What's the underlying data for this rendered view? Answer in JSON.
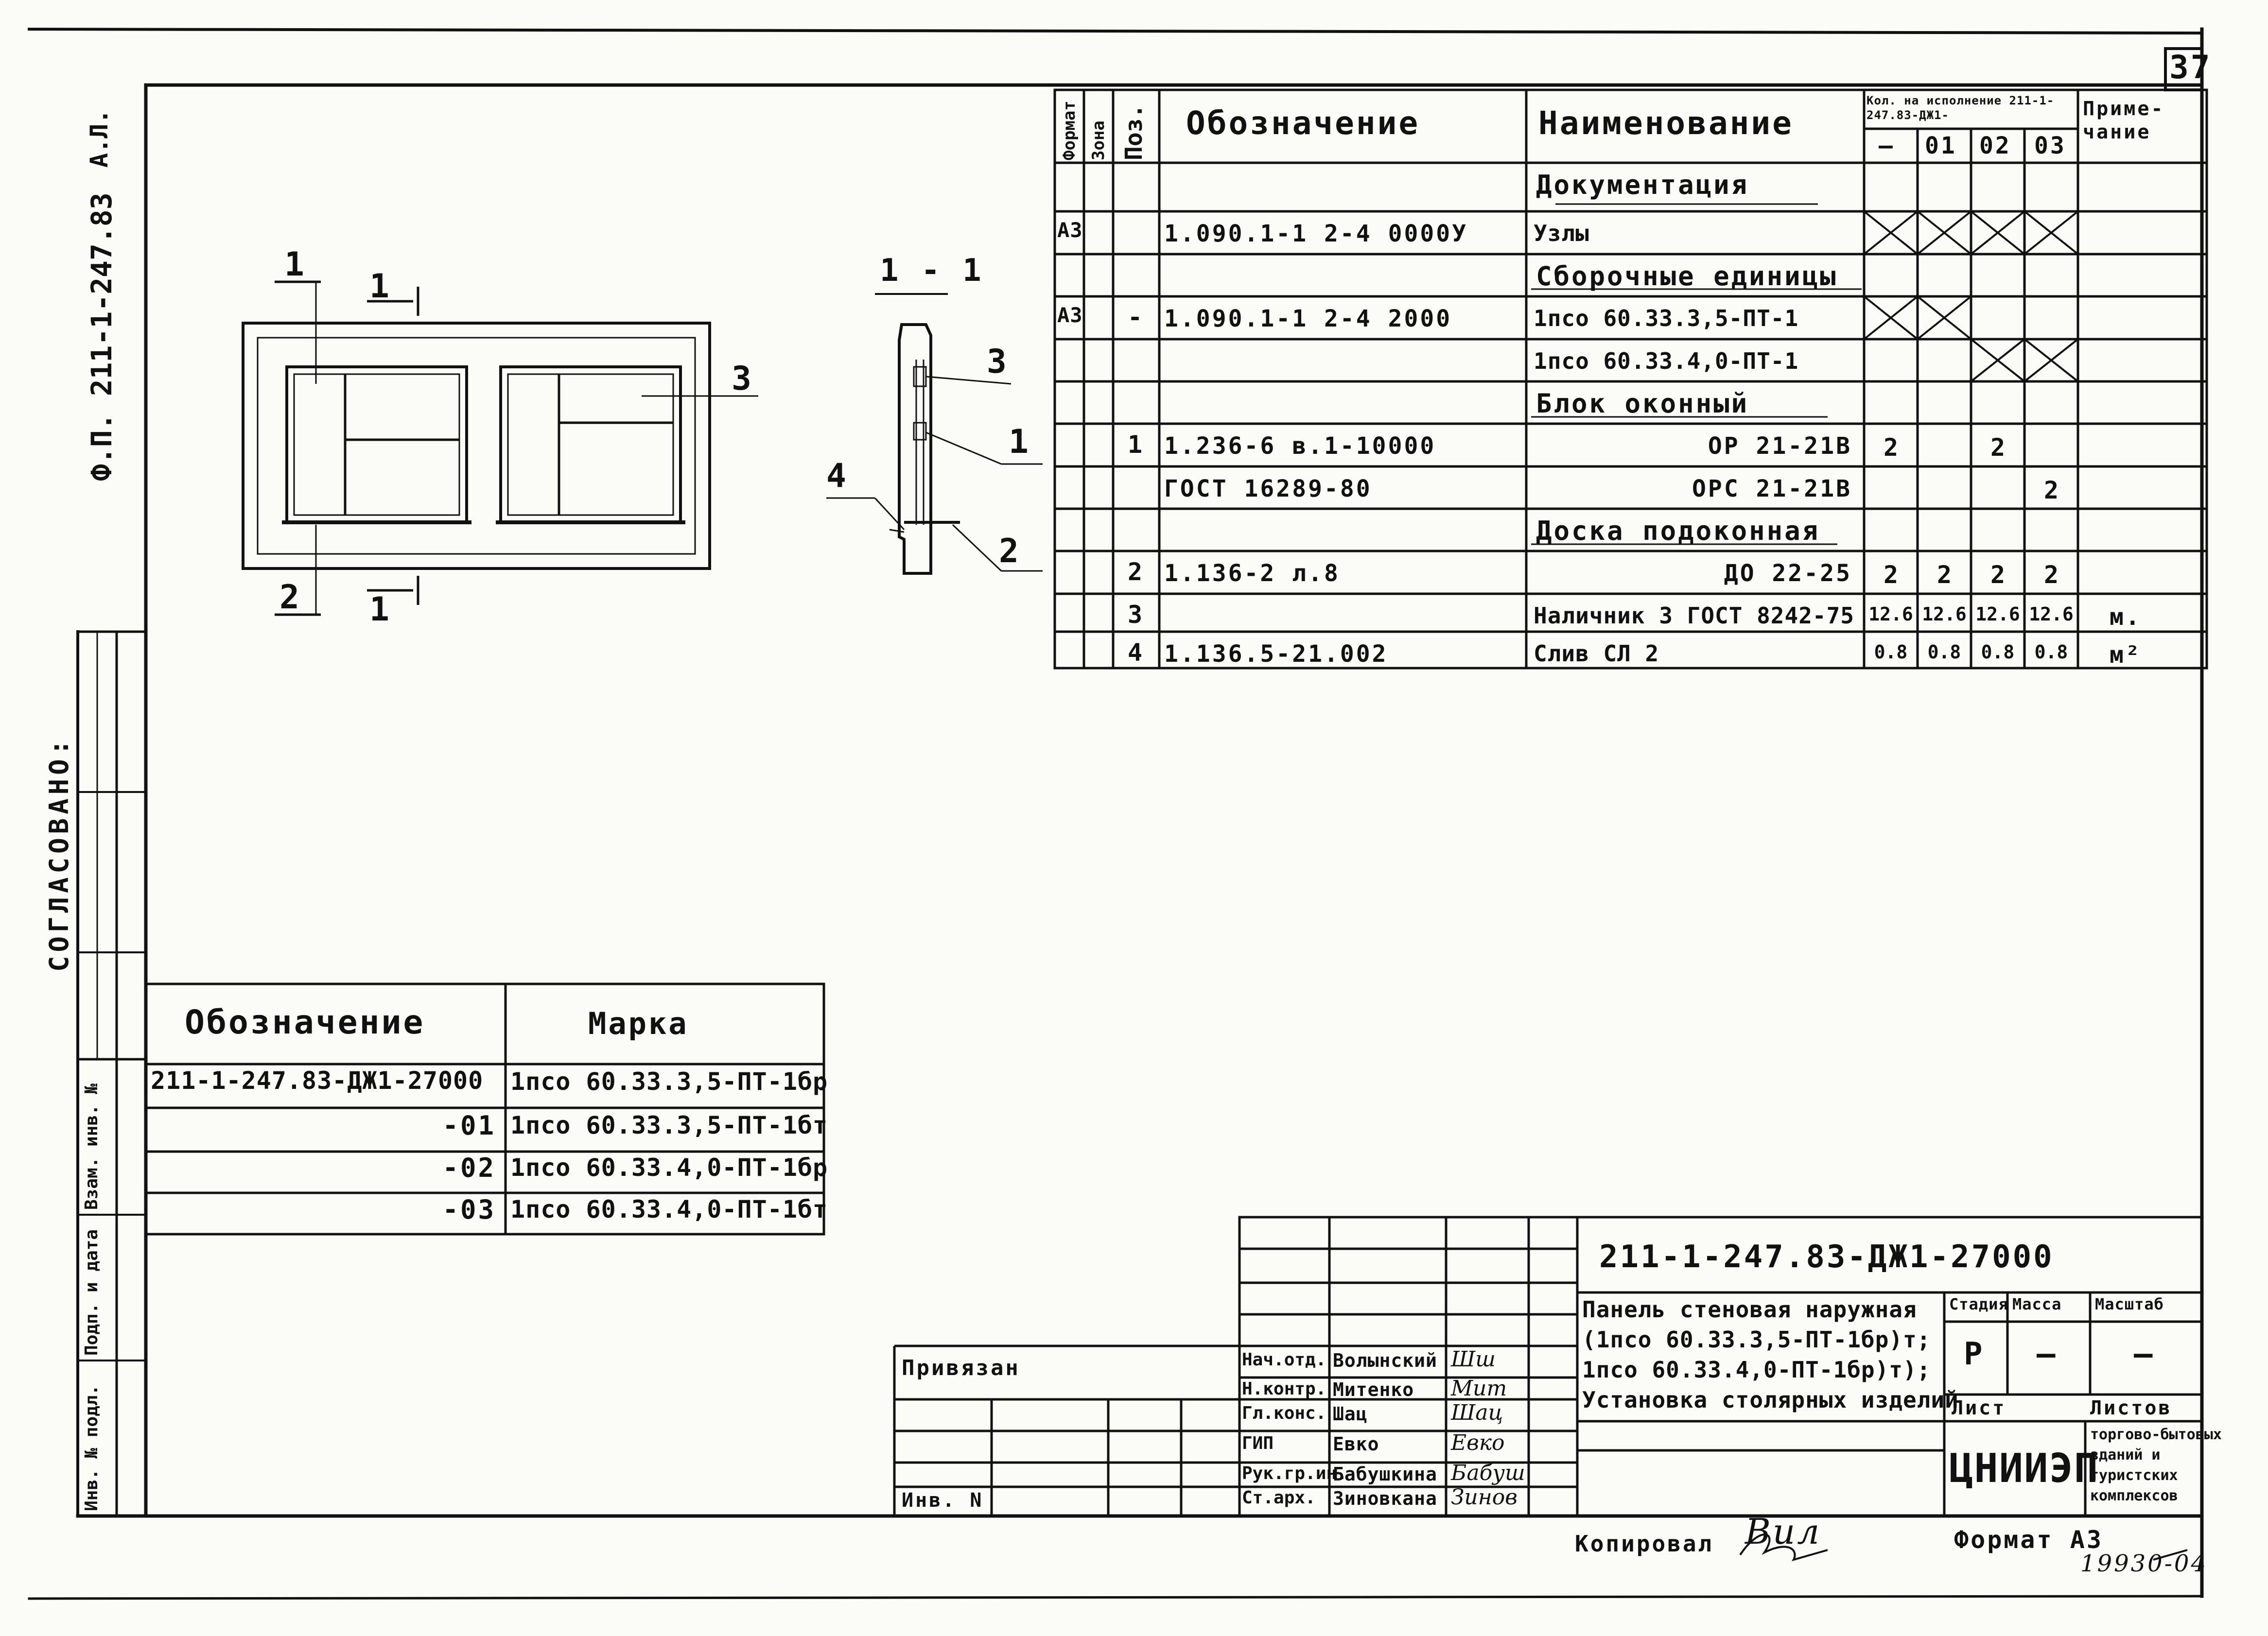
{
  "sheet": {
    "number": "37",
    "left_margin_code": "Ф.П. 211-1-247.83",
    "left_top_mark": "А.Л.",
    "soglasovano": "СОГЛАСОВАНО:",
    "inv_labels": [
      "Инв. № подл.",
      "Подп. и дата",
      "Взам. инв. №"
    ]
  },
  "spec_table": {
    "headers": {
      "format": "Формат",
      "zone": "Зона",
      "pos": "Поз.",
      "designation": "Обозначение",
      "name": "Наименование",
      "qty_group": "Кол. на исполнение 211-1-247.83-ДЖ1-",
      "qty_cols": [
        "–",
        "01",
        "02",
        "03"
      ],
      "note": "Приме- чание"
    },
    "rows": [
      {
        "format": "",
        "zone": "",
        "pos": "",
        "designation": "",
        "name": "Документация",
        "q": [
          "",
          "",
          "",
          ""
        ],
        "note": "",
        "kind": "section"
      },
      {
        "format": "А3",
        "zone": "",
        "pos": "",
        "designation": "1.090.1-1   2-4 0000У",
        "name": "Узлы",
        "q": [
          "X",
          "X",
          "X",
          "X"
        ],
        "note": "",
        "kind": "item"
      },
      {
        "format": "",
        "zone": "",
        "pos": "",
        "designation": "",
        "name": "Сборочные единицы",
        "q": [
          "",
          "",
          "",
          ""
        ],
        "note": "",
        "kind": "section"
      },
      {
        "format": "А3",
        "zone": "",
        "pos": "-",
        "designation": "1.090.1-1   2-4 2000",
        "name": "1псо 60.33.3,5-ПТ-1",
        "q": [
          "X",
          "X",
          "",
          ""
        ],
        "note": "",
        "kind": "item"
      },
      {
        "format": "",
        "zone": "",
        "pos": "",
        "designation": "",
        "name": "1псо 60.33.4,0-ПТ-1",
        "q": [
          "",
          "",
          "X",
          "X"
        ],
        "note": "",
        "kind": "item"
      },
      {
        "format": "",
        "zone": "",
        "pos": "",
        "designation": "",
        "name": "Блок оконный",
        "q": [
          "",
          "",
          "",
          ""
        ],
        "note": "",
        "kind": "section"
      },
      {
        "format": "",
        "zone": "",
        "pos": "1",
        "designation": "1.236-6  в.1-10000",
        "name": "ОР 21-21В",
        "q": [
          "2",
          "",
          "2",
          ""
        ],
        "note": "",
        "kind": "right"
      },
      {
        "format": "",
        "zone": "",
        "pos": "",
        "designation": "ГОСТ 16289-80",
        "name": "ОРС 21-21В",
        "q": [
          "",
          "",
          "",
          "2"
        ],
        "note": "",
        "kind": "right"
      },
      {
        "format": "",
        "zone": "",
        "pos": "",
        "designation": "",
        "name": "Доска подоконная",
        "q": [
          "",
          "",
          "",
          ""
        ],
        "note": "",
        "kind": "section"
      },
      {
        "format": "",
        "zone": "",
        "pos": "2",
        "designation": "1.136-2   л.8",
        "name": "ДО 22-25",
        "q": [
          "2",
          "2",
          "2",
          "2"
        ],
        "note": "",
        "kind": "right"
      },
      {
        "format": "",
        "zone": "",
        "pos": "3",
        "designation": "",
        "name": "Наличник 3 ГОСТ 8242-75",
        "q": [
          "12.6",
          "12.6",
          "12.6",
          "12.6"
        ],
        "note": "м.",
        "kind": "item"
      },
      {
        "format": "",
        "zone": "",
        "pos": "4",
        "designation": "1.136.5-21.002",
        "name": "Слив   СЛ 2",
        "q": [
          "0.8",
          "0.8",
          "0.8",
          "0.8"
        ],
        "note": "м²",
        "kind": "item"
      }
    ]
  },
  "drawing": {
    "section_title": "1 - 1",
    "front_labels": {
      "cut_top_left": "1",
      "cut_bottom_left": "2",
      "arrow_top": "1",
      "arrow_bottom": "1",
      "callout3": "3"
    },
    "section_labels": {
      "l3": "3",
      "l1": "1",
      "l4": "4",
      "l2": "2"
    }
  },
  "mark_table": {
    "headers": [
      "Обозначение",
      "Марка"
    ],
    "rows": [
      [
        "211-1-247.83-ДЖ1-27000",
        "1псо 60.33.3,5-ПТ-1бр"
      ],
      [
        "-01",
        "1псо 60.33.3,5-ПТ-1бт"
      ],
      [
        "-02",
        "1псо 60.33.4,0-ПТ-1бр"
      ],
      [
        "-03",
        "1псо 60.33.4,0-ПТ-1бт"
      ]
    ]
  },
  "title_block": {
    "code": "211-1-247.83-ДЖ1-27000",
    "title": [
      "Панель стеновая наружная",
      "(1псо 60.33.3,5-ПТ-1бр)т;",
      "1псо 60.33.4,0-ПТ-1бр)т);",
      "Установка столярных изделий"
    ],
    "stage_label": "Стадия",
    "mass_label": "Масса",
    "scale_label": "Масштаб",
    "stage_value": "Р",
    "mass_value": "–",
    "scale_value": "–",
    "sheet_label": "Лист",
    "sheets_label": "Листов",
    "org": "ЦНИИЭП",
    "org_sub": [
      "торгово-бытовых",
      "зданий и",
      "туристских",
      "комплексов"
    ],
    "staff": [
      [
        "Нач.отд.",
        "Волынский",
        "Шш"
      ],
      [
        "Н.контр.",
        "Митенко",
        "Мит"
      ],
      [
        "Гл.конс.",
        "Шац",
        "Шац"
      ],
      [
        "ГИП",
        "Евко",
        "Евко"
      ],
      [
        "Рук.гр.ин.",
        "Бабушкина",
        "Бабуш"
      ],
      [
        "Ст.арх.",
        "Зиновкана",
        "Зинов"
      ]
    ],
    "privyazan": "Привязан",
    "inv": "Инв. N"
  },
  "footer": {
    "kopiroval": "Копировал",
    "kopiroval_sign": "Вил",
    "format": "Формат А3",
    "order": "19930-04"
  }
}
